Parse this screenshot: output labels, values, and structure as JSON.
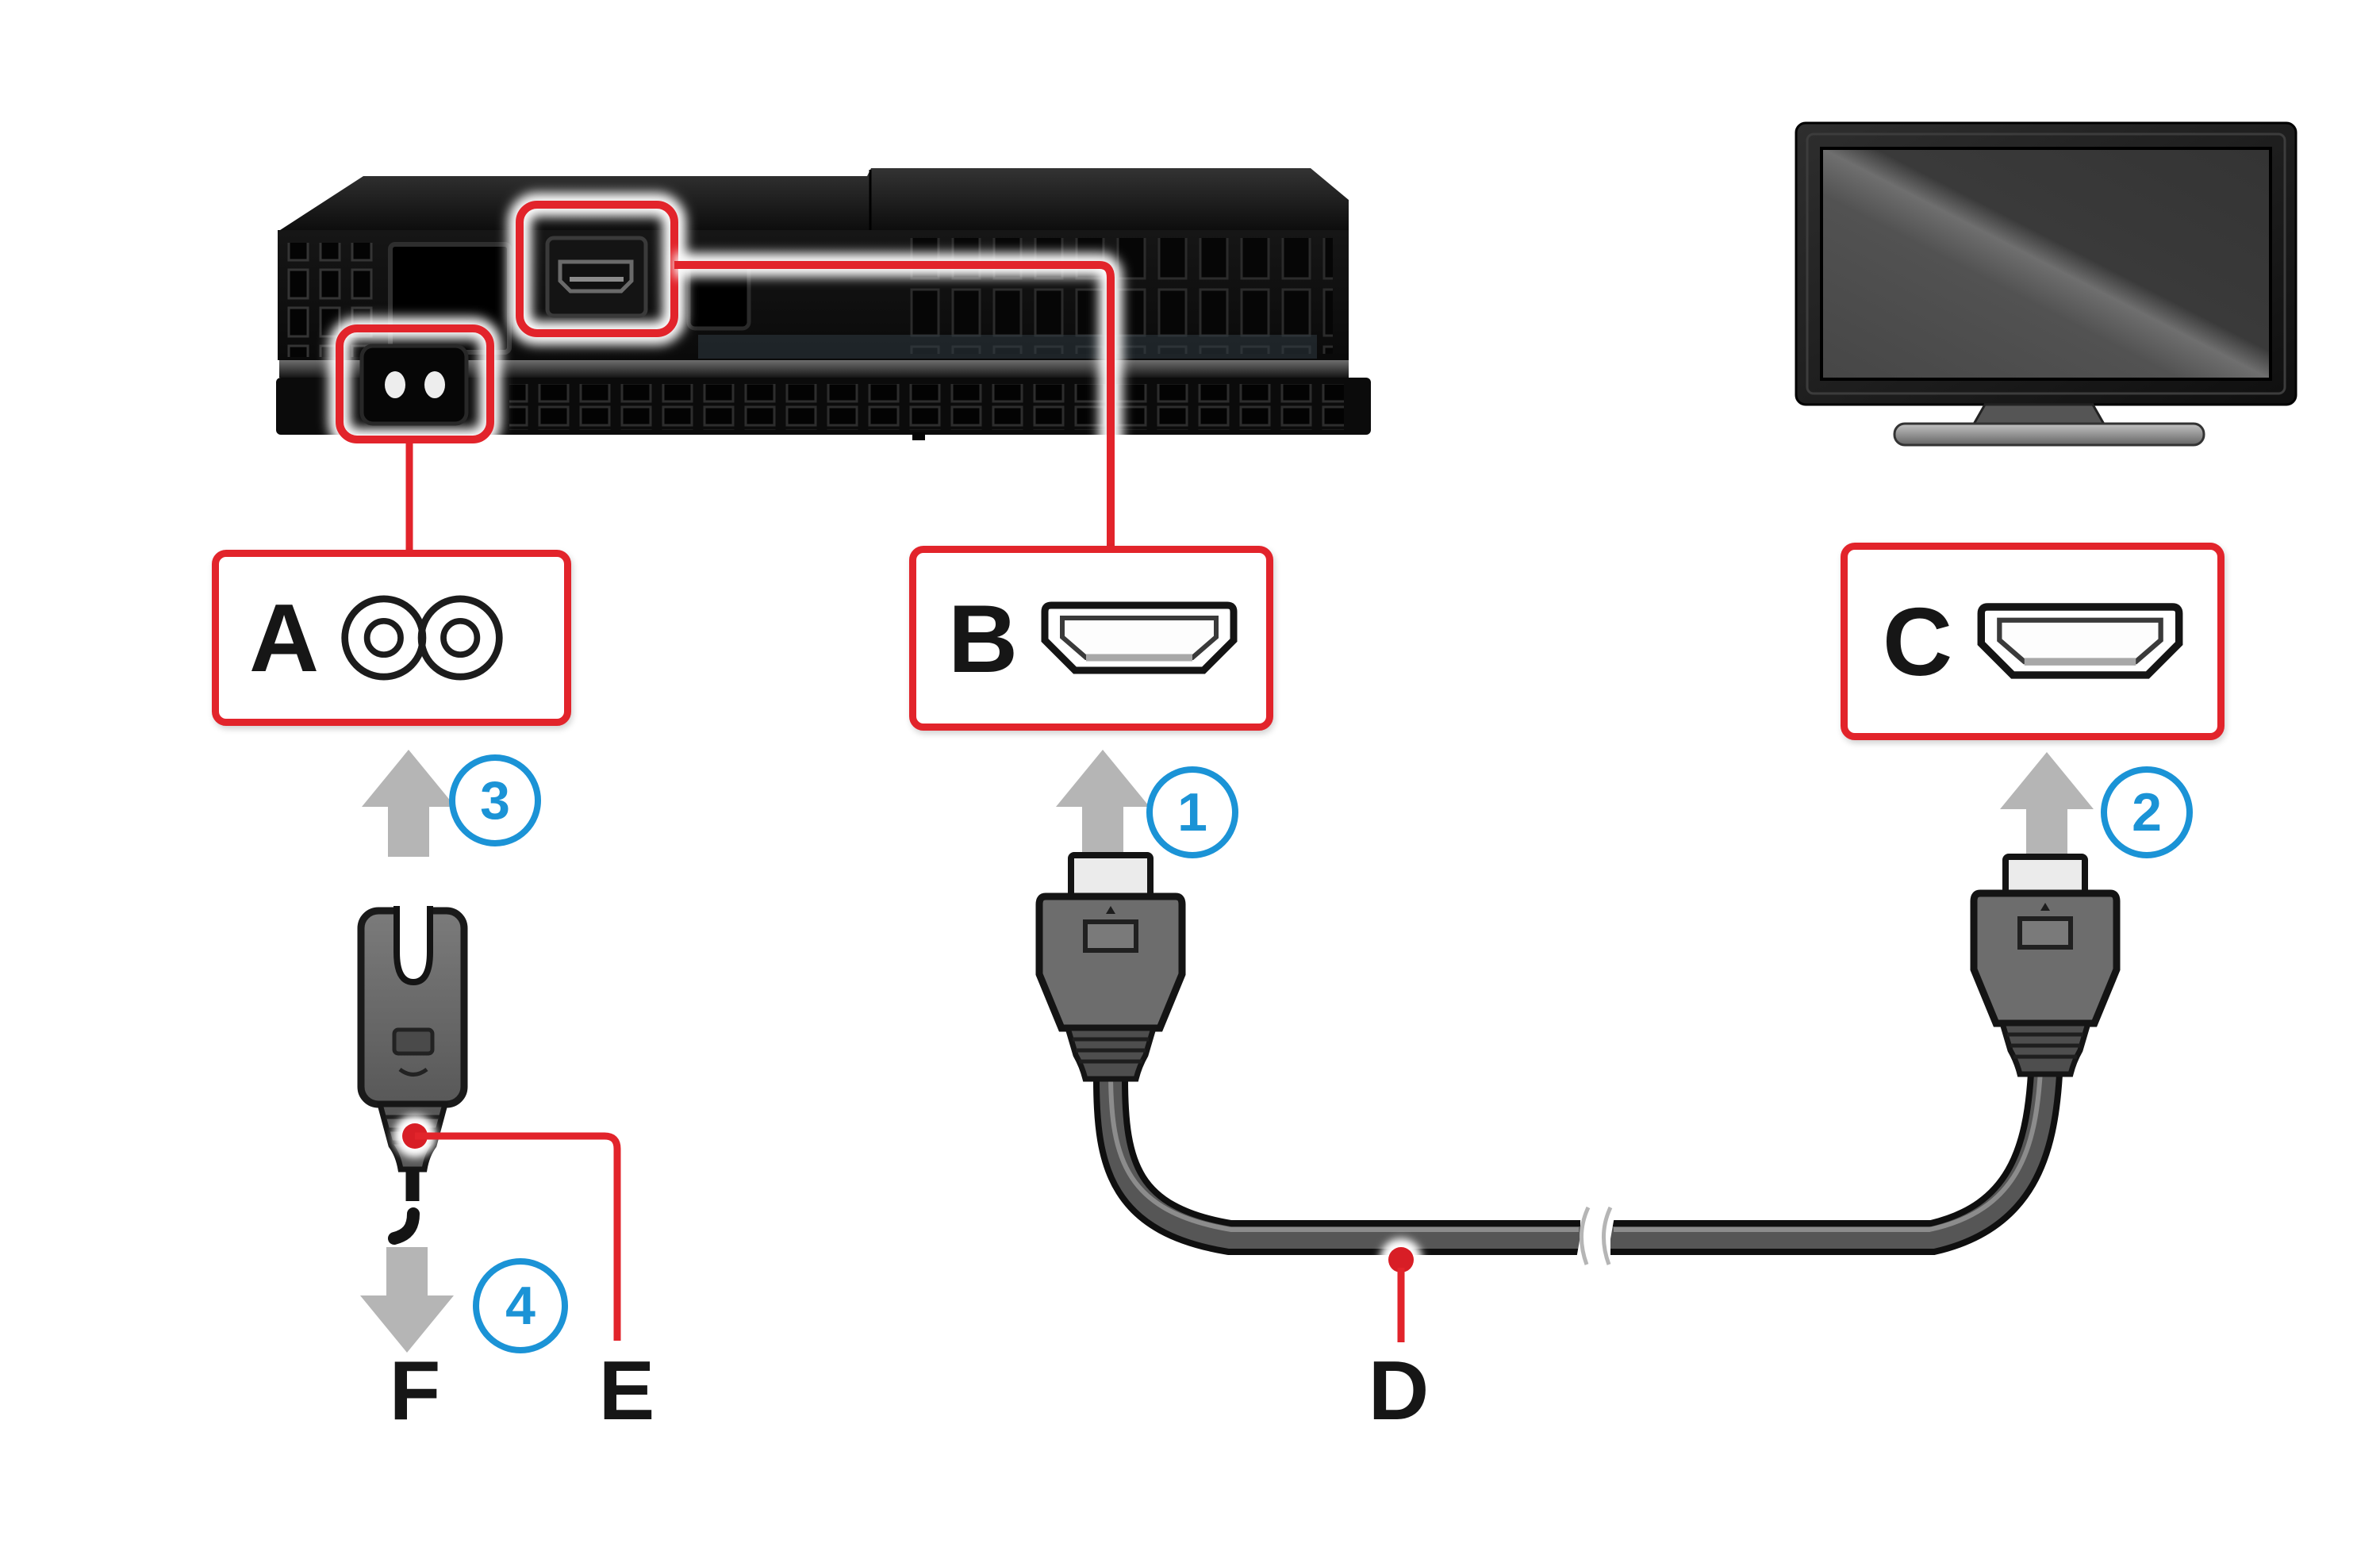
{
  "figure": {
    "connector_boxes": [
      {
        "label": "A",
        "icon": "power-connector-c7-icon"
      },
      {
        "label": "B",
        "icon": "hdmi-port-icon"
      },
      {
        "label": "C",
        "icon": "hdmi-port-icon"
      }
    ],
    "step_badges": [
      {
        "number": "1"
      },
      {
        "number": "2"
      },
      {
        "number": "3"
      },
      {
        "number": "4"
      }
    ],
    "part_labels": [
      {
        "text": "D"
      },
      {
        "text": "E"
      },
      {
        "text": "F"
      }
    ],
    "colors": {
      "callout_red": "#e2242b",
      "step_blue": "#1b93d6",
      "arrow_gray": "#b5b5b5",
      "dot_red": "#d81e26"
    }
  }
}
